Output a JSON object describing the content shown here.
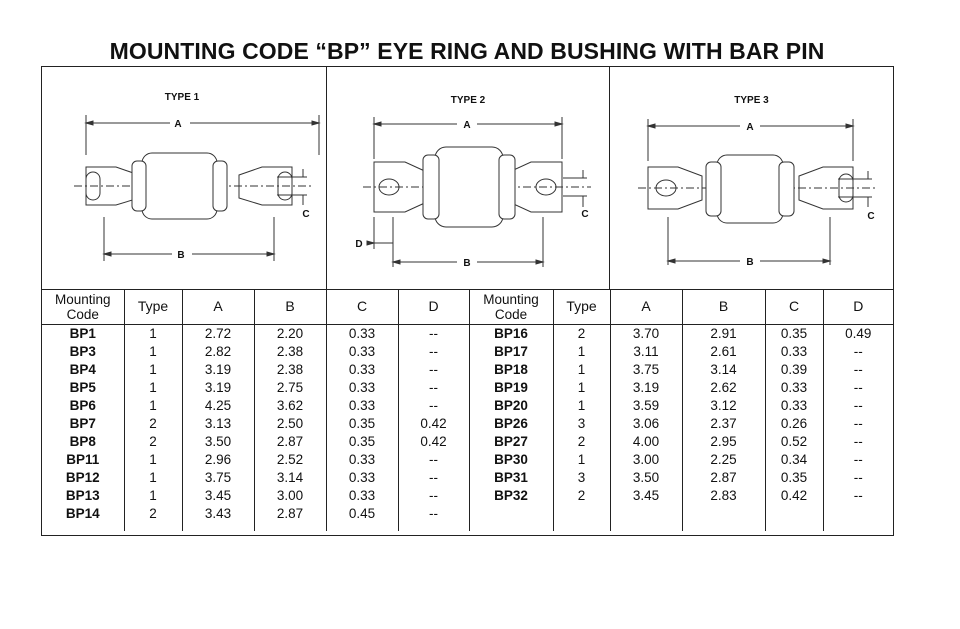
{
  "title": "MOUNTING CODE “BP” EYE RING AND BUSHING WITH BAR PIN",
  "diagrams": [
    {
      "label": "TYPE 1",
      "dims": [
        "A",
        "B",
        "C"
      ]
    },
    {
      "label": "TYPE 2",
      "dims": [
        "A",
        "B",
        "C",
        "D"
      ]
    },
    {
      "label": "TYPE 3",
      "dims": [
        "A",
        "B",
        "C"
      ]
    }
  ],
  "table": {
    "headers": [
      "Mounting\nCode",
      "Type",
      "A",
      "B",
      "C",
      "D",
      "Mounting\nCode",
      "Type",
      "A",
      "B",
      "C",
      "D"
    ],
    "rows": [
      [
        "BP1",
        "1",
        "2.72",
        "2.20",
        "0.33",
        "--",
        "BP16",
        "2",
        "3.70",
        "2.91",
        "0.35",
        "0.49"
      ],
      [
        "BP3",
        "1",
        "2.82",
        "2.38",
        "0.33",
        "--",
        "BP17",
        "1",
        "3.11",
        "2.61",
        "0.33",
        "--"
      ],
      [
        "BP4",
        "1",
        "3.19",
        "2.38",
        "0.33",
        "--",
        "BP18",
        "1",
        "3.75",
        "3.14",
        "0.39",
        "--"
      ],
      [
        "BP5",
        "1",
        "3.19",
        "2.75",
        "0.33",
        "--",
        "BP19",
        "1",
        "3.19",
        "2.62",
        "0.33",
        "--"
      ],
      [
        "BP6",
        "1",
        "4.25",
        "3.62",
        "0.33",
        "--",
        "BP20",
        "1",
        "3.59",
        "3.12",
        "0.33",
        "--"
      ],
      [
        "BP7",
        "2",
        "3.13",
        "2.50",
        "0.35",
        "0.42",
        "BP26",
        "3",
        "3.06",
        "2.37",
        "0.26",
        "--"
      ],
      [
        "BP8",
        "2",
        "3.50",
        "2.87",
        "0.35",
        "0.42",
        "BP27",
        "2",
        "4.00",
        "2.95",
        "0.52",
        "--"
      ],
      [
        "BP11",
        "1",
        "2.96",
        "2.52",
        "0.33",
        "--",
        "BP30",
        "1",
        "3.00",
        "2.25",
        "0.34",
        "--"
      ],
      [
        "BP12",
        "1",
        "3.75",
        "3.14",
        "0.33",
        "--",
        "BP31",
        "3",
        "3.50",
        "2.87",
        "0.35",
        "--"
      ],
      [
        "BP13",
        "1",
        "3.45",
        "3.00",
        "0.33",
        "--",
        "BP32",
        "2",
        "3.45",
        "2.83",
        "0.42",
        "--"
      ],
      [
        "BP14",
        "2",
        "3.43",
        "2.87",
        "0.45",
        "--",
        "",
        "",
        "",
        "",
        "",
        ""
      ]
    ]
  }
}
